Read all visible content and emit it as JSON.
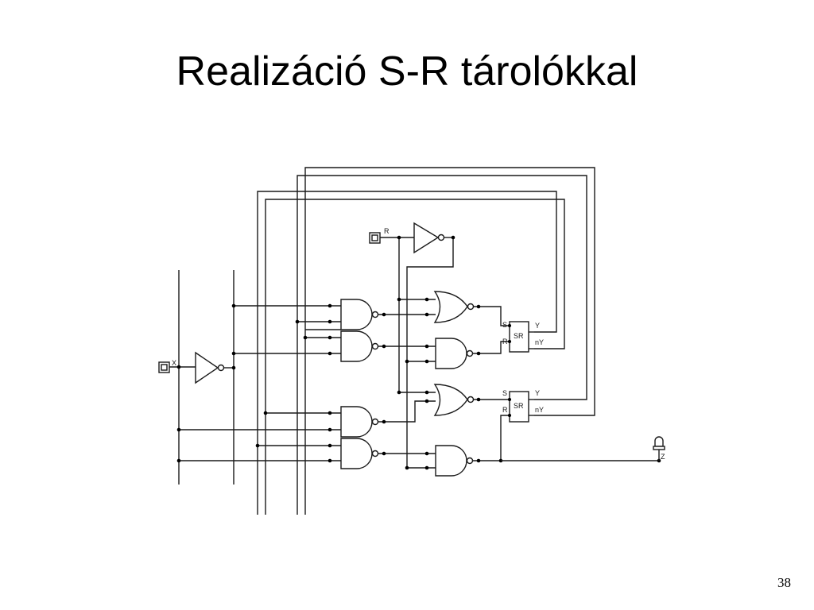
{
  "slide": {
    "title": "Realizáció S-R tárolókkal",
    "page_number": "38"
  },
  "circuit": {
    "inputs": {
      "x_label": "X",
      "r_label": "R"
    },
    "output": {
      "z_label": "Z"
    },
    "flipflops": [
      {
        "box_label": "SR",
        "s_pin": "S",
        "r_pin": "R",
        "q_pin": "Y",
        "nq_pin": "nY"
      },
      {
        "box_label": "SR",
        "s_pin": "S",
        "r_pin": "R",
        "q_pin": "Y",
        "nq_pin": "nY"
      }
    ]
  }
}
